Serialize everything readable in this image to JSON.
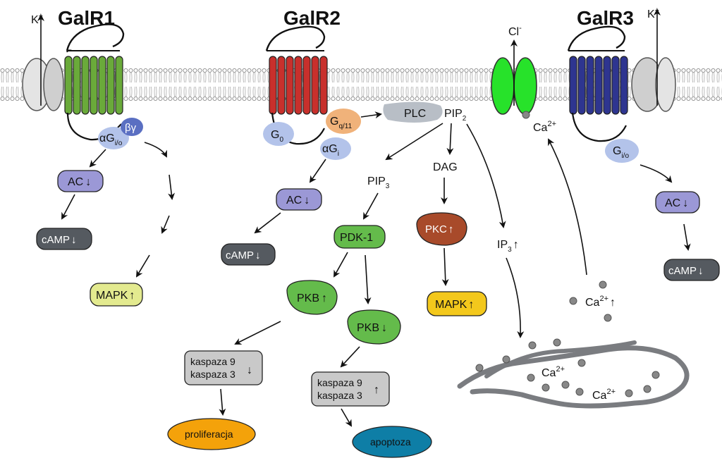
{
  "receptors": {
    "galr1": "GalR1",
    "galr2": "GalR2",
    "galr3": "GalR3"
  },
  "ions": {
    "k1": "K",
    "k_plus": "+",
    "k2": "K",
    "cl": "Cl",
    "cl_minus": "-",
    "ca_membrane": "Ca",
    "ca_cyto": "Ca",
    "ca_er1": "Ca",
    "ca_er2": "Ca",
    "ca_sup": "2+"
  },
  "galr1_path": {
    "alpha_g": "αG",
    "alpha_g_sub": "i/o",
    "beta_gamma": "βγ",
    "ac": "AC",
    "camp": "cAMP",
    "mapk": "MAPK"
  },
  "galr2_path": {
    "g0": "G",
    "g0_sub": "0",
    "gq": "G",
    "gq_sub": "q/11",
    "alpha_gi": "αG",
    "alpha_gi_sub": "i",
    "plc": "PLC",
    "pip2": "PIP",
    "pip2_sub": "2",
    "ac": "AC",
    "camp": "cAMP",
    "pip3": "PIP",
    "pip3_sub": "3",
    "dag": "DAG",
    "ip3": "IP",
    "ip3_sub": "3",
    "pdk1": "PDK-1",
    "pkc": "PKC",
    "mapk": "MAPK",
    "pkb_up": "PKB",
    "pkb_down": "PKB",
    "casp_left_1": "kaspaza 9",
    "casp_left_2": "kaspaza 3",
    "casp_right_1": "kaspaza 9",
    "casp_right_2": "kaspaza 3",
    "proliferation": "proliferacja",
    "apoptosis": "apoptoza"
  },
  "galr3_path": {
    "gio": "G",
    "gio_sub": "i/o",
    "ac": "AC",
    "camp": "cAMP"
  },
  "colors": {
    "galr1_helix": "#6aaa3a",
    "galr2_helix": "#c8302c",
    "galr3_helix": "#2e3590",
    "cl_channel": "#27e22a",
    "ac_node": "#9b98d6",
    "camp_node": "#555a60",
    "mapk_left": "#e3ea8f",
    "pdk_pkb": "#64bb4b",
    "pkc": "#a84a2a",
    "mapk_middle": "#f3c81c",
    "caspase_box": "#c9c9c9",
    "proliferation": "#f4a20a",
    "apoptosis": "#0e7ea6",
    "g_protein": "#b3c3ea",
    "gq": "#f0b27a",
    "plc": "#b8bec6",
    "er": "#7a7c80"
  }
}
